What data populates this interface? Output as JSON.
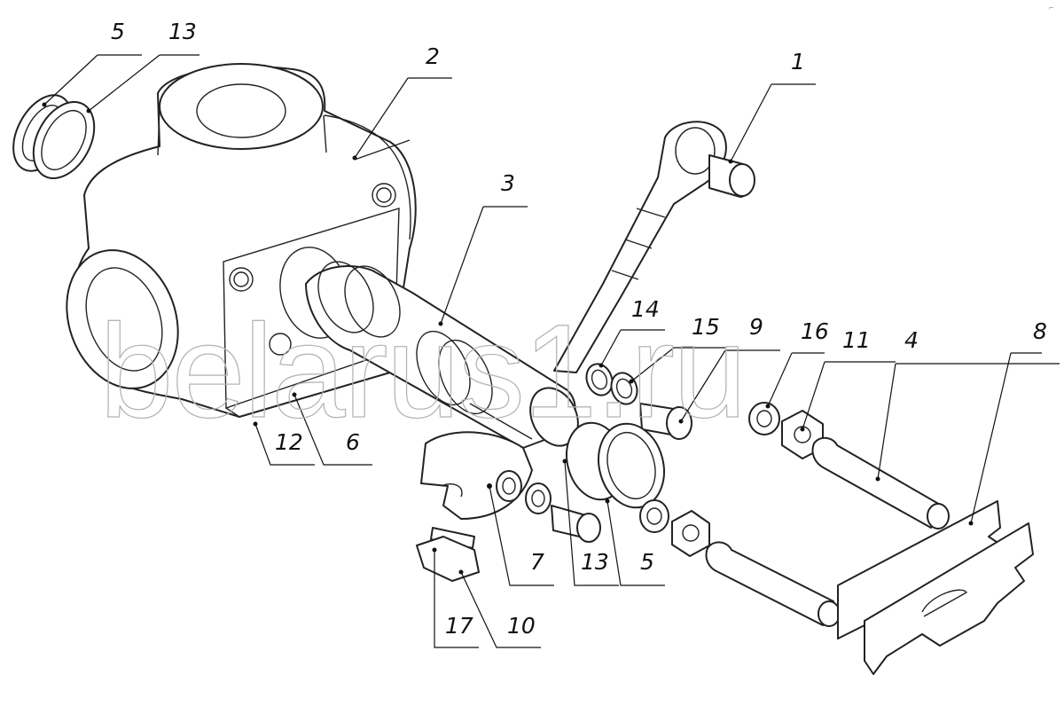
{
  "watermark": "belarus1.ru",
  "corner_mark": "⌐",
  "callouts": [
    "5",
    "13",
    "2",
    "1",
    "3",
    "14",
    "15",
    "9",
    "16",
    "11",
    "4",
    "8",
    "12",
    "6",
    "7",
    "13",
    "5",
    "17",
    "10"
  ]
}
